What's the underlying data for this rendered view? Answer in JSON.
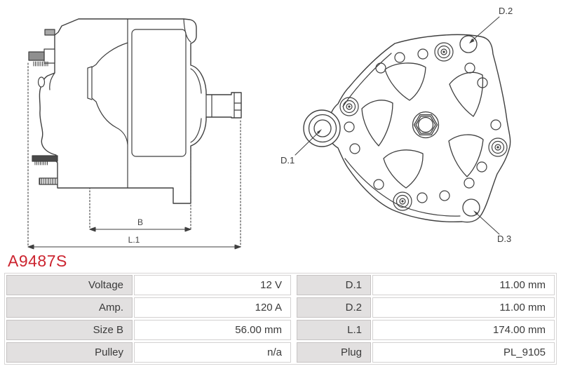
{
  "part_number": "A9487S",
  "accent_color": "#cc2530",
  "drawing": {
    "side_view": {
      "b_label": "B",
      "l1_label": "L.1"
    },
    "front_view": {
      "d1_label": "D.1",
      "d2_label": "D.2",
      "d3_label": "D.3"
    }
  },
  "spec_table": {
    "rows": [
      {
        "label_left": "Voltage",
        "value_left": "12 V",
        "label_right": "D.1",
        "value_right": "11.00 mm"
      },
      {
        "label_left": "Amp.",
        "value_left": "120 A",
        "label_right": "D.2",
        "value_right": "11.00 mm"
      },
      {
        "label_left": "Size B",
        "value_left": "56.00 mm",
        "label_right": "L.1",
        "value_right": "174.00 mm"
      },
      {
        "label_left": "Pulley",
        "value_left": "n/a",
        "label_right": "Plug",
        "value_right": "PL_9105"
      }
    ]
  }
}
